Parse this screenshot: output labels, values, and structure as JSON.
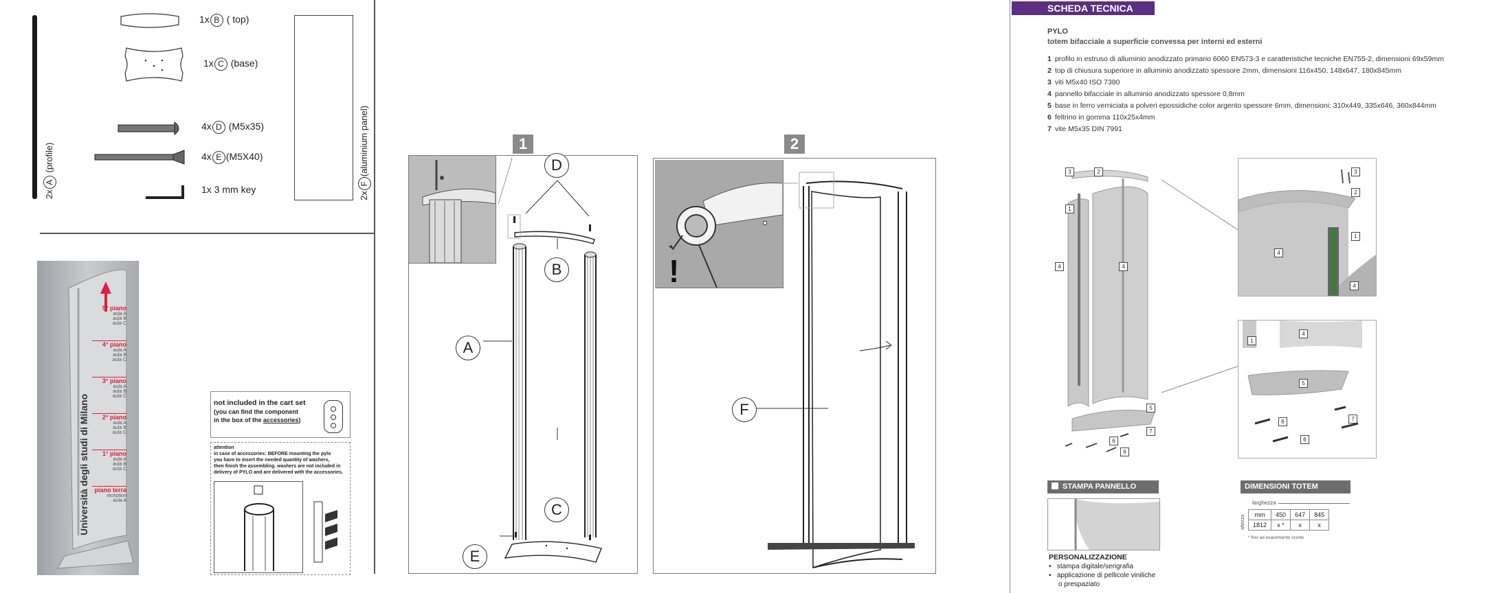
{
  "parts": {
    "a_prefix": "2x",
    "a_letter": "A",
    "a_text": "(profile)",
    "b_prefix": "1x",
    "b_letter": "B",
    "b_text": "( top)",
    "c_prefix": "1x",
    "c_letter": "C",
    "c_text": "(base)",
    "d_prefix": "4x",
    "d_letter": "D",
    "d_text": "(M5x35)",
    "e_prefix": "4x",
    "e_letter": "E",
    "e_text": "(M5X40)",
    "key_text": "1x 3 mm key",
    "f_prefix": "2x",
    "f_letter": "F",
    "f_text": "(aluminium panel)"
  },
  "totem_photo": {
    "university": "Università degli studi di Milano",
    "floors": [
      {
        "title": "5° piano",
        "rooms": [
          "aula A",
          "aula B",
          "aula C"
        ]
      },
      {
        "title": "4° piano",
        "rooms": [
          "aula A",
          "aula B",
          "aula C"
        ]
      },
      {
        "title": "3° piano",
        "rooms": [
          "aula A",
          "aula B",
          "aula C"
        ]
      },
      {
        "title": "2° piano",
        "rooms": [
          "aula A",
          "aula B",
          "aula C"
        ]
      },
      {
        "title": "1° piano",
        "rooms": [
          "aula A",
          "aula B",
          "aula C"
        ]
      },
      {
        "title": "piano terra",
        "rooms": [
          "reception",
          "aula A"
        ]
      }
    ]
  },
  "notes": {
    "cart_line1": "not included in the cart set",
    "cart_line2": "(you can find the component",
    "cart_line3a": "in the box of the ",
    "cart_line3b": "accessories",
    "cart_line3c": ")",
    "attention_title": "attention",
    "attention_line1": "in case of accessories: BEFORE mounting the pylo",
    "attention_line2": "you have to insert the needed quantity of washers,",
    "attention_line3": "then finish the assembling. washers are not included in",
    "attention_line4": "delivery of PYLO and are delivered with the accessories."
  },
  "steps": {
    "step1": "1",
    "step2": "2",
    "labels": {
      "A": "A",
      "B": "B",
      "C": "C",
      "D": "D",
      "E": "E",
      "F": "F"
    }
  },
  "sheet": {
    "title": "SCHEDA TECNICA",
    "product": "PYLO",
    "subtitle": "totem bifacciale a superficie convessa per interni ed esterni",
    "specs": [
      {
        "n": "1",
        "text": "profilo in estruso di alluminio anodizzato primario 6060 EN573-3 e caratteristiche tecniche EN755-2, dimensioni 69x59mm"
      },
      {
        "n": "2",
        "text": "top di chiusura superiore in alluminio anodizzato spessore 2mm, dimensioni 116x450, 148x647, 180x845mm"
      },
      {
        "n": "3",
        "text": "viti M5x40 ISO 7380"
      },
      {
        "n": "4",
        "text": "pannello bifacciale in alluminio anodizzato spessore 0,8mm"
      },
      {
        "n": "5",
        "text": "base in ferro verniciata a polveri epossidiche color argento spessore 6mm, dimensioni: 310x449, 335x646, 360x844mm"
      },
      {
        "n": "6",
        "text": "feltrino in gomma 110x25x4mm"
      },
      {
        "n": "7",
        "text": "vite M5x35 DIN 7991"
      }
    ],
    "callouts": [
      "1",
      "2",
      "3",
      "4",
      "5",
      "6",
      "7"
    ],
    "stampa_title": "STAMPA PANNELLO",
    "personalizzazione_title": "PERSONALIZZAZIONE",
    "personalizzazione_items": [
      "stampa digitale/serigrafia",
      "applicazione di pellicole viniliche",
      "o prespaziato"
    ],
    "dimensioni_title": "DIMENSIONI TOTEM",
    "dim_larghezza": "larghezza",
    "dim_altezza": "altezza",
    "dim_header": [
      "mm",
      "450",
      "647",
      "845"
    ],
    "dim_row": [
      "1812",
      "x *",
      "x",
      "x"
    ],
    "dim_note": "* fino ad esaurimento scorte"
  },
  "colors": {
    "brand_purple": "#5b2e82",
    "accent_red": "#d6223f",
    "panel_grey": "#b9b9b9"
  }
}
